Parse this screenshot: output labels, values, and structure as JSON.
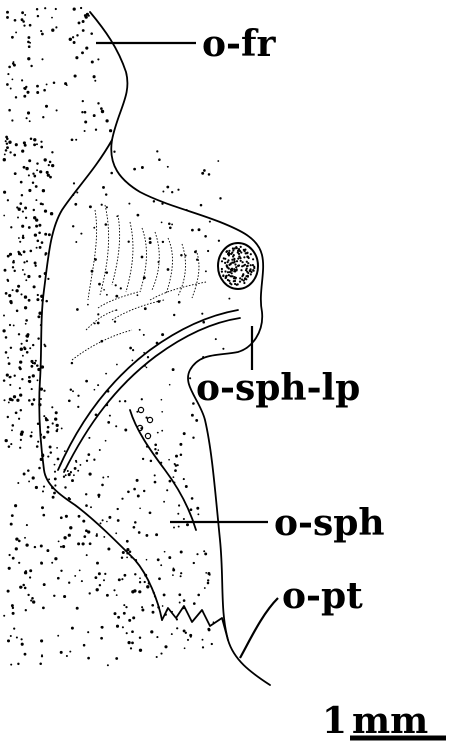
{
  "labels": {
    "frontal": "o-fr",
    "sphenoid_lateral_process": "o-sph-lp",
    "sphenoid": "o-sph",
    "pterygoid": "o-pt"
  },
  "scale_bar": {
    "number": "1",
    "unit": "mm"
  }
}
